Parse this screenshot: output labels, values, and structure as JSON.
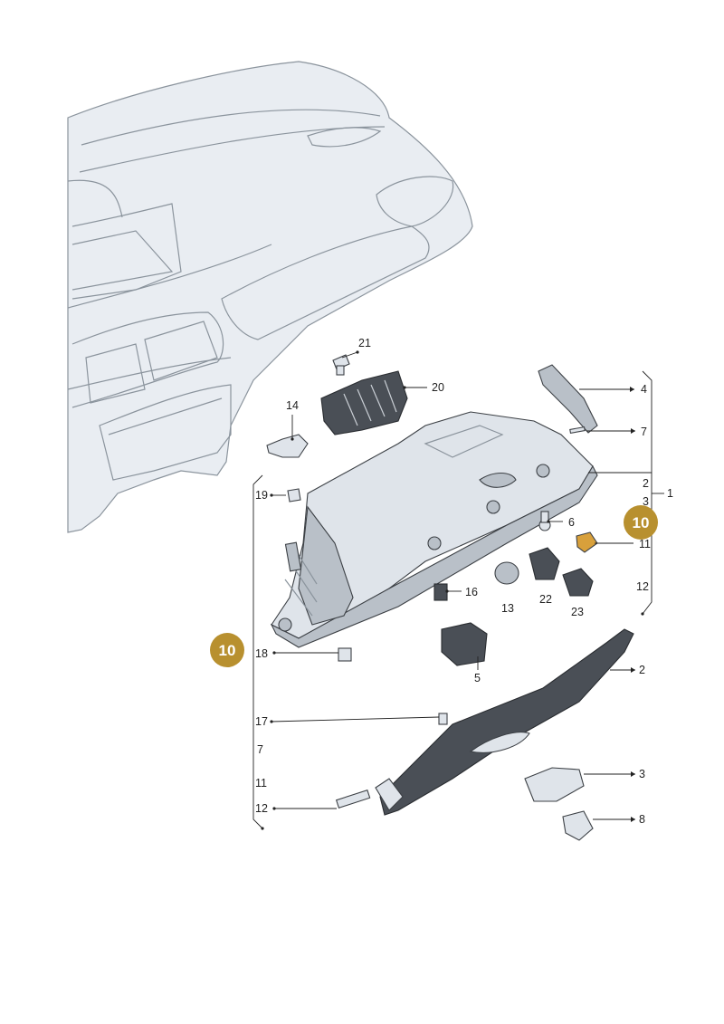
{
  "diagram": {
    "callouts": [
      {
        "id": "c21",
        "text": "21"
      },
      {
        "id": "c20",
        "text": "20"
      },
      {
        "id": "c14",
        "text": "14"
      },
      {
        "id": "c4",
        "text": "4"
      },
      {
        "id": "c7a",
        "text": "7"
      },
      {
        "id": "c2a",
        "text": "2"
      },
      {
        "id": "c3a",
        "text": "3"
      },
      {
        "id": "c1",
        "text": "1"
      },
      {
        "id": "c19",
        "text": "19"
      },
      {
        "id": "c6",
        "text": "6"
      },
      {
        "id": "c11a",
        "text": "11"
      },
      {
        "id": "c12a",
        "text": "12"
      },
      {
        "id": "c16",
        "text": "16"
      },
      {
        "id": "c13",
        "text": "13"
      },
      {
        "id": "c22",
        "text": "22"
      },
      {
        "id": "c23",
        "text": "23"
      },
      {
        "id": "c18",
        "text": "18"
      },
      {
        "id": "c5",
        "text": "5"
      },
      {
        "id": "c2b",
        "text": "2"
      },
      {
        "id": "c17",
        "text": "17"
      },
      {
        "id": "c7b",
        "text": "7"
      },
      {
        "id": "c11b",
        "text": "11"
      },
      {
        "id": "c12b",
        "text": "12"
      },
      {
        "id": "c3b",
        "text": "3"
      },
      {
        "id": "c8",
        "text": "8"
      }
    ],
    "badges": [
      {
        "id": "b1",
        "text": "10"
      },
      {
        "id": "b2",
        "text": "10"
      }
    ],
    "colors": {
      "badge": "#b8902f",
      "line": "#222222",
      "dashboard": "#e9edf2",
      "glovebox": "#dfe4ea"
    }
  }
}
